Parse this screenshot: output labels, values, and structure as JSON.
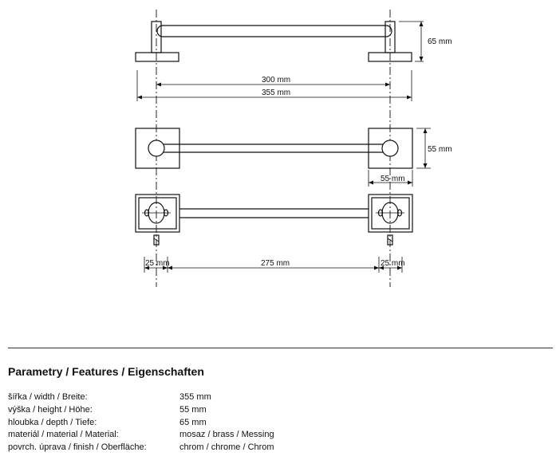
{
  "dimensions": {
    "height_side": "65 mm",
    "inner_length": "300 mm",
    "overall_length": "355 mm",
    "height_front": "55 mm",
    "flange_width": "55 mm",
    "screw_offset_left": "25 mm",
    "screw_spacing": "275 mm",
    "screw_offset_right": "25 mm"
  },
  "heading": "Parametry / Features / Eigenschaften",
  "specs": [
    {
      "label": "šířka / width / Breite:",
      "value": "355 mm"
    },
    {
      "label": "výška / height / Höhe:",
      "value": "55 mm"
    },
    {
      "label": "hloubka / depth / Tiefe:",
      "value": "65 mm"
    },
    {
      "label": "materiál / material / Material:",
      "value": "mosaz / brass / Messing"
    },
    {
      "label": "povrch. úprava / finish / Oberfläche:",
      "value": "chrom / chrome / Chrom"
    }
  ]
}
